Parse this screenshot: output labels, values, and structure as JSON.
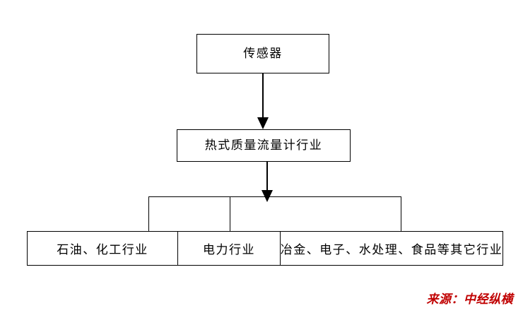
{
  "diagram": {
    "type": "flowchart",
    "orientation": "top-down",
    "nodes": {
      "sensor": {
        "label": "传感器",
        "level": "upstream"
      },
      "industry": {
        "label": "热式质量流量计行业",
        "level": "midstream"
      }
    },
    "downstream": {
      "level": "downstream",
      "cells": [
        {
          "label": "石油、化工行业"
        },
        {
          "label": "电力行业"
        },
        {
          "label": "冶金、电子、水处理、食品等其它行业"
        }
      ]
    },
    "connectors": [
      {
        "name": "sensor-to-industry",
        "style": "arrow-down"
      },
      {
        "name": "industry-to-downstream",
        "style": "arrow-down-bracket"
      }
    ],
    "colors": {
      "line": "#000000",
      "box_fill": "#ffffff",
      "text": "#000000",
      "source_text": "#c00000",
      "background": "#ffffff"
    }
  },
  "source": {
    "credit": "来源：中经纵横"
  }
}
